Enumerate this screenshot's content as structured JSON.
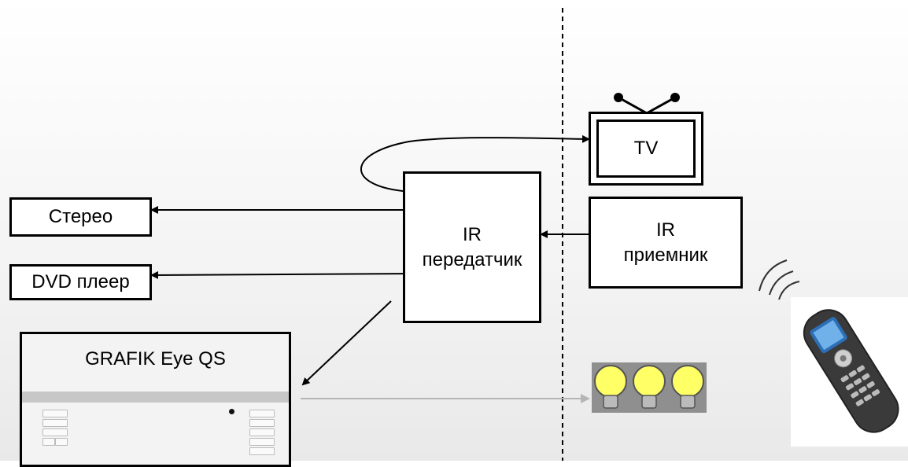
{
  "nodes": {
    "tv": "TV",
    "stereo": "Стерео",
    "dvd": "DVD плеер",
    "ir_transmitter": "IR\nпередатчик",
    "ir_receiver": "IR\nприемник",
    "grafik": "GRAFIK Eye QS"
  },
  "colors": {
    "line": "#000000",
    "light_arrow": "#b5b5b5",
    "bulb": "#ffff66"
  }
}
